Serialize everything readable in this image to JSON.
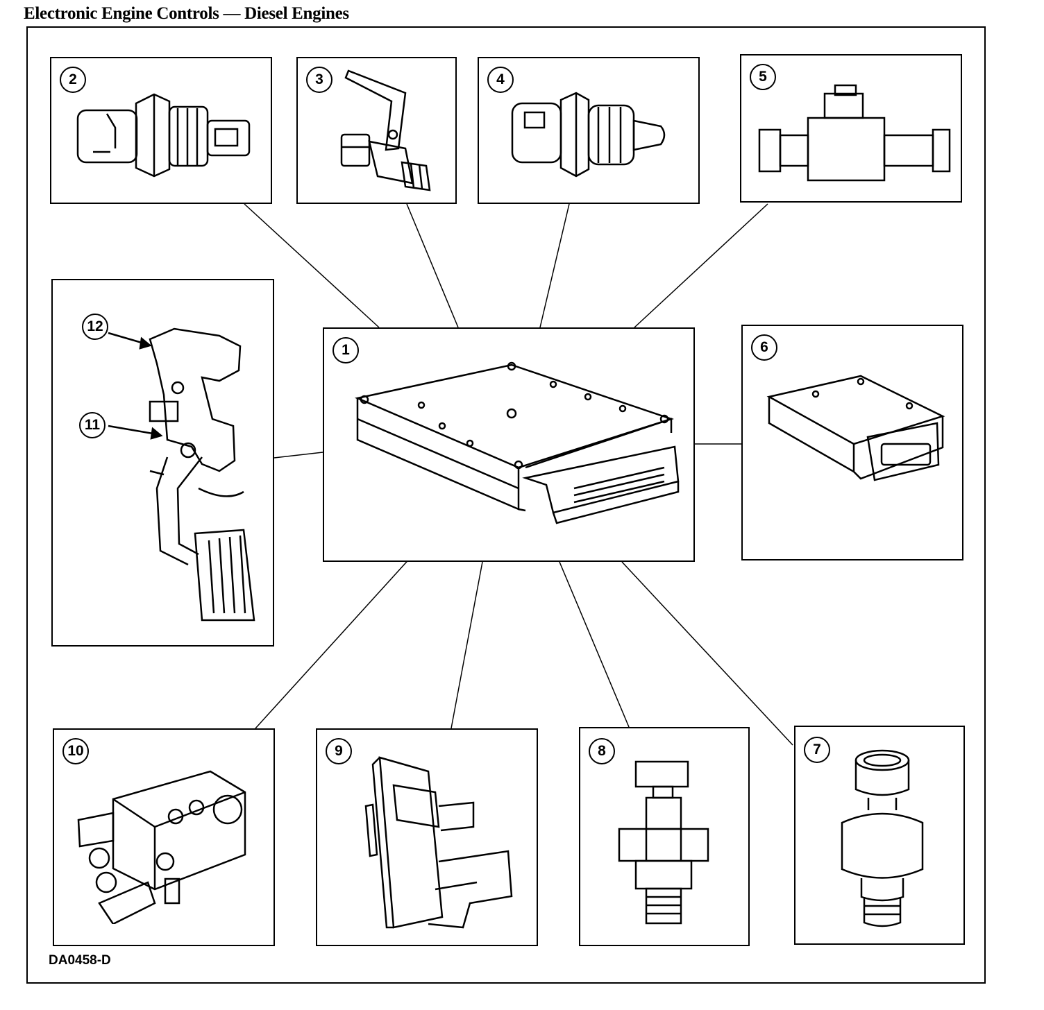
{
  "title": "Electronic Engine Controls — Diesel Engines",
  "figure_code": "DA0458-D",
  "components": [
    {
      "number": "1",
      "icon": "control-module-icon"
    },
    {
      "number": "2",
      "icon": "temperature-sensor-icon"
    },
    {
      "number": "3",
      "icon": "camshaft-position-sensor-icon"
    },
    {
      "number": "4",
      "icon": "coolant-temperature-sensor-icon"
    },
    {
      "number": "5",
      "icon": "inline-valve-icon"
    },
    {
      "number": "6",
      "icon": "driver-module-icon"
    },
    {
      "number": "7",
      "icon": "pressure-sensor-icon"
    },
    {
      "number": "8",
      "icon": "pressure-sensor-icon"
    },
    {
      "number": "9",
      "icon": "pressure-sensor-icon"
    },
    {
      "number": "10",
      "icon": "control-valve-icon"
    },
    {
      "number": "11",
      "icon": "pedal-switch-icon"
    },
    {
      "number": "12",
      "icon": "pedal-position-sensor-icon"
    }
  ]
}
